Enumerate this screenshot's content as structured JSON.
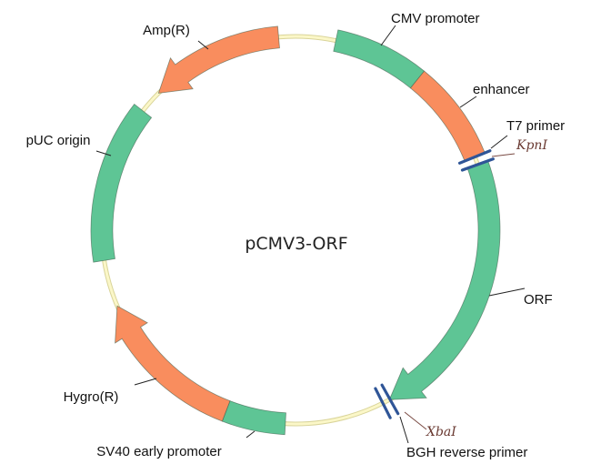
{
  "plasmid": {
    "name": "pCMV3-ORF"
  },
  "colors": {
    "backbone_fill": "#fbf7c8",
    "backbone_edge": "#d9d49a",
    "green": "#5ec595",
    "orange": "#f98d5e",
    "feature_edge": "#3d5c4a",
    "site_blue": "#2f5597"
  },
  "features": [
    {
      "name": "CMV promoter",
      "type": "block",
      "color": "green",
      "start_deg": 12,
      "end_deg": 39
    },
    {
      "name": "enhancer",
      "type": "block",
      "color": "orange",
      "start_deg": 39,
      "end_deg": 68
    },
    {
      "name": "ORF",
      "type": "arrow-cw",
      "color": "green",
      "start_deg": 70,
      "end_deg": 151
    },
    {
      "name": "SV40 early promoter",
      "type": "block",
      "color": "green",
      "start_deg": 183,
      "end_deg": 201
    },
    {
      "name": "Hygro(R)",
      "type": "arrow-cw",
      "color": "orange",
      "start_deg": 201,
      "end_deg": 247
    },
    {
      "name": "pUC origin",
      "type": "block",
      "color": "green",
      "start_deg": 261,
      "end_deg": 308
    },
    {
      "name": "Amp(R)",
      "type": "arrow-ccw",
      "color": "orange",
      "start_deg": 315,
      "end_deg": 355
    }
  ],
  "sites": [
    {
      "name": "KpnI",
      "kind": "restriction",
      "deg": 69
    },
    {
      "name": "XbaI",
      "kind": "restriction",
      "deg": 152
    }
  ],
  "labels": [
    {
      "text": "CMV promoter",
      "class": "lbl",
      "anchor_deg": 24
    },
    {
      "text": "enhancer",
      "class": "lbl",
      "anchor_deg": 54
    },
    {
      "text": "T7 primer",
      "class": "lbl",
      "anchor_deg": 68
    },
    {
      "text": "KpnI",
      "class": "enz",
      "anchor_deg": 69
    },
    {
      "text": "ORF",
      "class": "lbl",
      "anchor_deg": 110
    },
    {
      "text": "XbaI",
      "class": "enz",
      "anchor_deg": 152
    },
    {
      "text": "BGH reverse primer",
      "class": "lbl",
      "anchor_deg": 153
    },
    {
      "text": "SV40 early promoter",
      "class": "lbl",
      "anchor_deg": 192
    },
    {
      "text": "Hygro(R)",
      "class": "lbl",
      "anchor_deg": 222
    },
    {
      "text": "pUC origin",
      "class": "lbl",
      "anchor_deg": 283
    },
    {
      "text": "Amp(R)",
      "class": "lbl",
      "anchor_deg": 335
    }
  ]
}
